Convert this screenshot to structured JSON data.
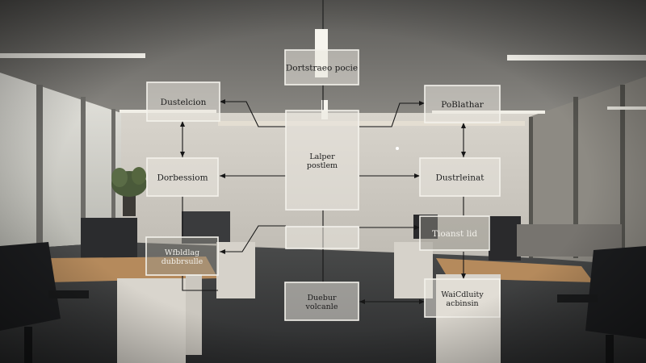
{
  "scene": {
    "description_hidden": "",
    "palette": {
      "ceiling": "#6f6e6a",
      "wall": "#c9c5bd",
      "floor": "#3a3b3b",
      "glass_box": "#e9e6de",
      "box_border": "#f4f2ec",
      "arrow": "#1b1b1b",
      "light": "#f7f5ee",
      "desk": "#b58a5c",
      "chair": "#1c1d1f"
    }
  },
  "diagram": {
    "boxes": [
      {
        "id": "box-top-center",
        "label": "Dortstraeo pocie",
        "style": "light"
      },
      {
        "id": "box-upper-left",
        "label": "Dustelcion",
        "style": "light"
      },
      {
        "id": "box-upper-right",
        "label": "PoBlathar",
        "style": "light"
      },
      {
        "id": "box-mid-left",
        "label": "Dorbessiom",
        "style": "light"
      },
      {
        "id": "box-center",
        "label": "Lalper\npostlem",
        "style": "light"
      },
      {
        "id": "box-mid-right",
        "label": "Dustrleinat",
        "style": "light"
      },
      {
        "id": "box-lower-left",
        "label": "Wfbldlag\ndubbrsulle",
        "style": "dark"
      },
      {
        "id": "box-center-small",
        "label": "",
        "style": "light"
      },
      {
        "id": "box-lower-right-top",
        "label": "Tioanst lid",
        "style": "dark"
      },
      {
        "id": "box-bottom-center",
        "label": "Duebur\nvolcanle",
        "style": "light"
      },
      {
        "id": "box-bottom-right",
        "label": "WaiCdluity\nacbinsin",
        "style": "light"
      }
    ]
  }
}
